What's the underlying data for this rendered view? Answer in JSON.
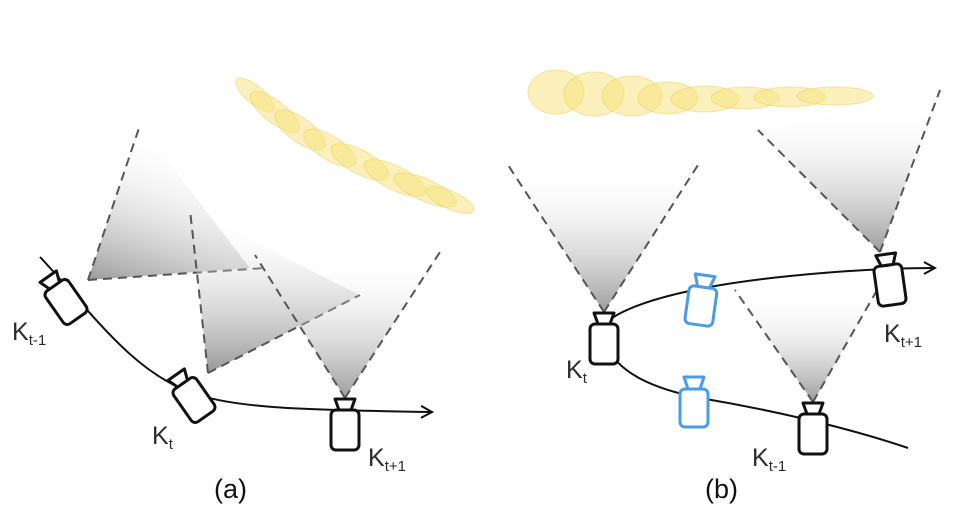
{
  "panels": [
    {
      "caption": "(a)",
      "cameras": [
        {
          "base": "K",
          "sub": "t-1"
        },
        {
          "base": "K",
          "sub": "t"
        },
        {
          "base": "K",
          "sub": "t+1"
        }
      ]
    },
    {
      "caption": "(b)",
      "cameras": [
        {
          "base": "K",
          "sub": "t"
        },
        {
          "base": "K",
          "sub": "t+1"
        },
        {
          "base": "K",
          "sub": "t-1"
        }
      ]
    }
  ],
  "colors": {
    "camera": "#111111",
    "virtual_camera": "#4a9be8",
    "gaussian_fill": "#f7e27a",
    "frustum_line": "#555555",
    "trajectory": "#111111"
  }
}
